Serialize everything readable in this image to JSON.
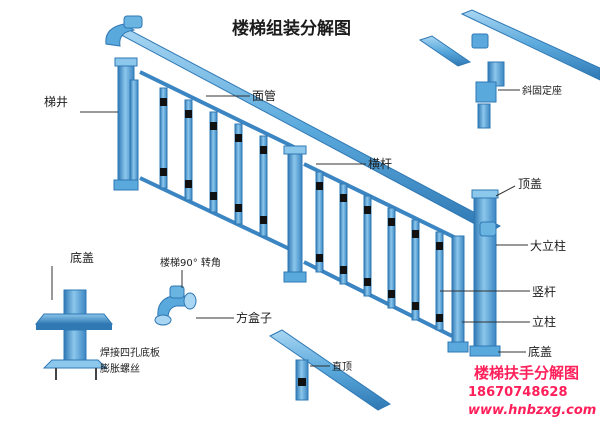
{
  "title": "楼梯组装分解图",
  "labels": {
    "stair_well": "梯井",
    "top_rail": "面管",
    "rail_bar": "横杆",
    "diag_base": "斜固定座",
    "top_cap": "顶盖",
    "big_post": "大立柱",
    "baluster": "竖杆",
    "post": "立柱",
    "bottom_cap": "底盖",
    "base_cap": "底盖",
    "turn": "楼梯90°  转角",
    "box": "方盒子",
    "weld_plate": "焊接四孔底板",
    "bolt": "膨胀螺丝",
    "top_joint": "直顶"
  },
  "watermark": {
    "title": "楼梯扶手分解图",
    "phone": "18670748628",
    "url": "www.hnbzxg.com"
  },
  "colors": {
    "pipe": "#5aa9dc",
    "pipe_dark": "#2f78b4",
    "pipe_light": "#a9d6f2",
    "slot": "#111111",
    "watermark": "#ff1f5a"
  }
}
